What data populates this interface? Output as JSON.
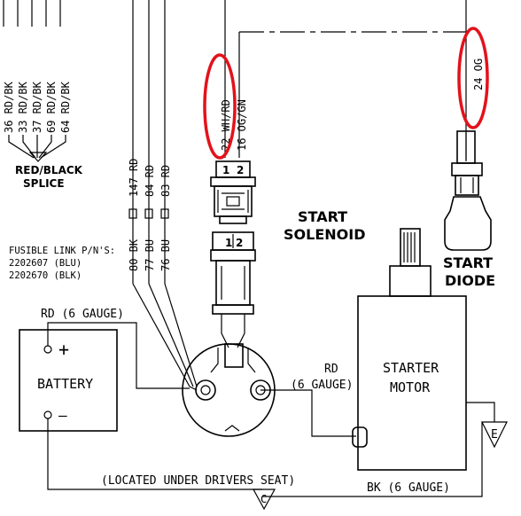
{
  "splice_wires": [
    "36 RD/BK",
    "33 RD/BK",
    "37 RD/BK",
    "69 RD/BK",
    "64 RD/BK"
  ],
  "splice_label": [
    "RED/BLACK",
    "SPLICE"
  ],
  "fuse_wires_top": [
    "147 RD",
    "84 RD",
    "83 RD"
  ],
  "fuse_wires_bottom": [
    "80 BK",
    "77 BU",
    "76 BU"
  ],
  "fusible_link": {
    "title": "FUSIBLE LINK P/N'S:",
    "line1": "2202607 (BLU)",
    "line2": "2202670 (BLK)"
  },
  "solenoid_wires": [
    "22 WH/RD",
    "16 OG/GN"
  ],
  "diode_wire": "24 OG",
  "connector_pins": [
    "1",
    "2"
  ],
  "labels": {
    "start_solenoid": [
      "START",
      "SOLENOID"
    ],
    "start_diode": [
      "START",
      "DIODE"
    ],
    "starter_motor": [
      "STARTER",
      "MOTOR"
    ],
    "battery": "BATTERY",
    "plus": "+",
    "minus": "—",
    "rd_6_gauge_top": "RD (6 GAUGE)",
    "rd_6_gauge_mid": [
      "RD",
      "(6 GAUGE)"
    ],
    "bk_6_gauge": "BK (6 GAUGE)",
    "located": "(LOCATED UNDER DRIVERS SEAT)",
    "ground_e": "E",
    "ground_c": "C"
  },
  "colors": {
    "wire": "#000000",
    "highlight": "#e3121b"
  }
}
